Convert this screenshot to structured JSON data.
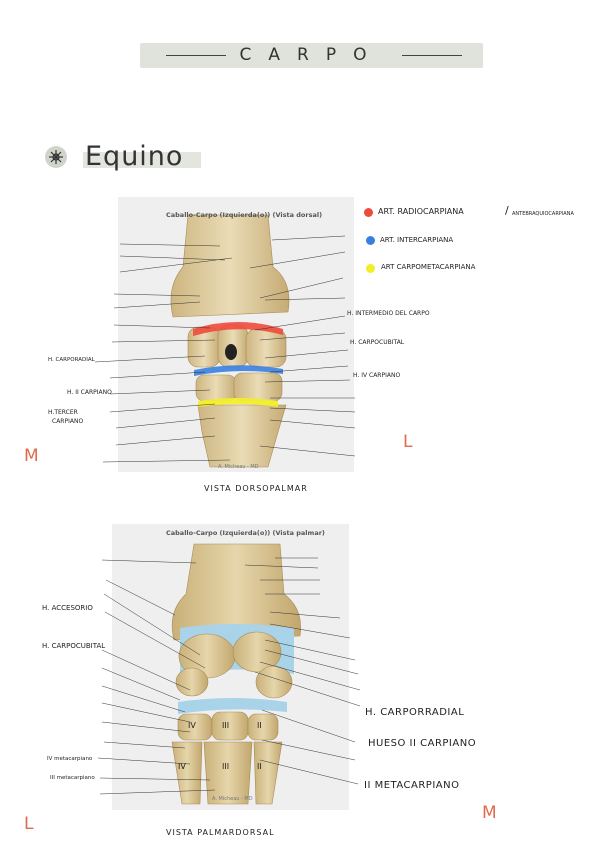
{
  "title": "CARPO",
  "section": "Equino",
  "figure1": {
    "title": "Caballo-Carpo (Izquierda(o)) (Vista dorsal)",
    "credit": "A. Micheau - MD",
    "caption": "VISTA DORSOPALMAR"
  },
  "figure2": {
    "title": "Caballo-Carpo (Izquierda(o)) (Vista palmar)",
    "credit": "A. Micheau - MD",
    "caption": "VISTA PALMARDORSAL"
  },
  "legend": [
    {
      "label": "ART. RADIOCARPIANA",
      "extra": "ANTEBRAQUIOCARPIANA",
      "color": "#ef4a3c"
    },
    {
      "label": "ART. INTERCARPIANA",
      "color": "#3a7fe0"
    },
    {
      "label": "ART CARPOMETACARPIANA",
      "color": "#f2ee2a"
    }
  ],
  "labels1": {
    "intermedio": "H. INTERMEDIO DEL CARPO",
    "carpocubital": "H. CARPOCUBITAL",
    "iv_carpiano": "H. IV CARPIANO",
    "carporadial": "H. CARPORADIAL",
    "ii_carpiano": "H. II CARPIANO",
    "tercer_line1": "H.TERCER",
    "tercer_line2": "CARPIANO"
  },
  "labels2": {
    "accesorio": "H. ACCESORIO",
    "carpocubital": "H. CARPOCUBITAL",
    "carporradial": "H. CARPORRADIAL",
    "ii_carpiano": "HUESO II CARPIANO",
    "ii_metacarpiano": "II METACARPIANO",
    "iv_metacarpiano": "IV metacarpiano",
    "iii_metacarpiano": "III metacarpiano"
  },
  "roman2": {
    "r1": "IV",
    "r2": "III",
    "r3": "II",
    "r4": "IV",
    "r5": "III",
    "r6": "II"
  },
  "side_marks": {
    "fig1_left": "M",
    "fig1_right": "L",
    "fig2_left": "L",
    "fig2_right": "M"
  },
  "colors": {
    "bone": "#e3d1a6",
    "bone_dark": "#c9b078",
    "cartilage": "#a9d3e8",
    "mark": "#e06a4a"
  }
}
